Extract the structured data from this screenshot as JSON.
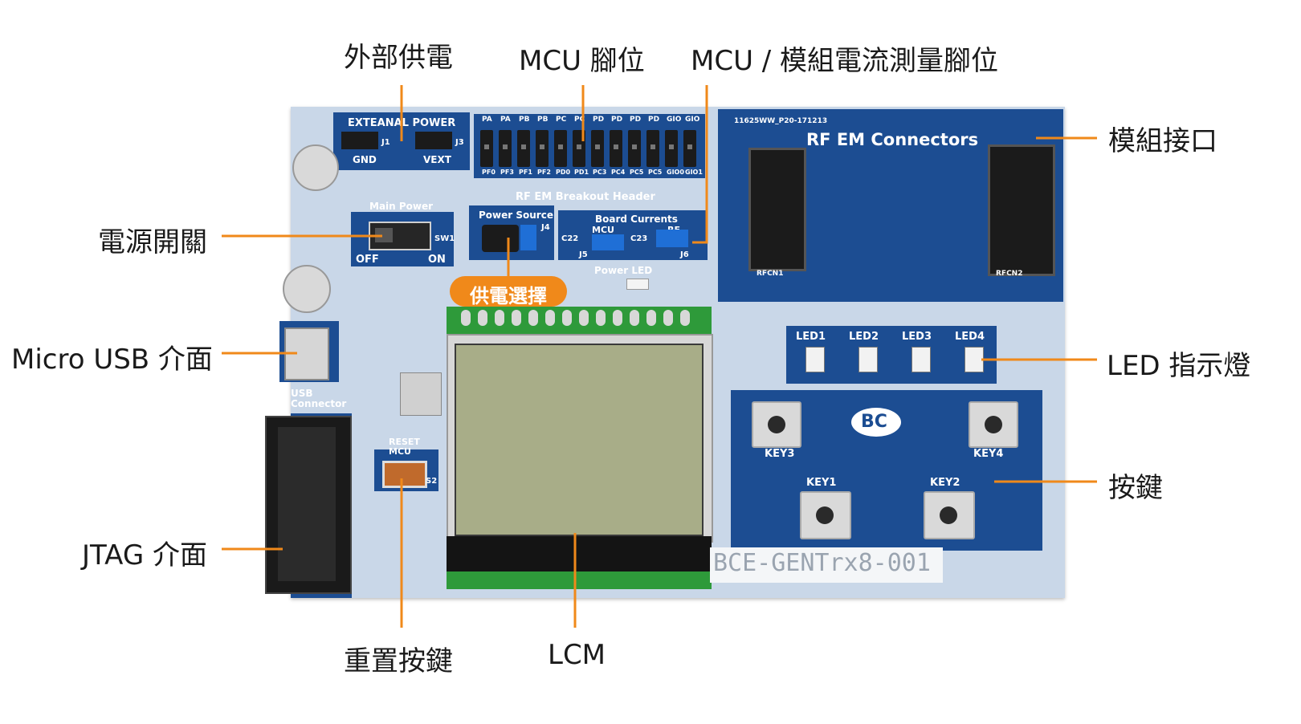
{
  "callouts": {
    "external_power": "外部供電",
    "mcu_pins": "MCU 腳位",
    "current_measure": "MCU / 模組電流測量腳位",
    "module_interface": "模組接口",
    "power_switch": "電源開關",
    "micro_usb": "Micro USB 介面",
    "led_indicator": "LED 指示燈",
    "keys": "按鍵",
    "jtag": "JTAG 介面",
    "reset_key": "重置按鍵",
    "lcm": "LCM",
    "power_select": "供電選擇"
  },
  "board": {
    "ext_power_title": "EXTEANAL POWER",
    "gnd": "GND",
    "vext": "VEXT",
    "j1": "J1",
    "j3": "J3",
    "breakout_header": "RF EM Breakout Header",
    "main_power": "Main Power",
    "off": "OFF",
    "on": "ON",
    "sw1": "SW1",
    "power_source": "Power Source",
    "j4": "J4",
    "board_currents": "Board Currents",
    "mcu": "MCU",
    "rf": "RF",
    "c22": "C22",
    "c23": "C23",
    "j5": "J5",
    "j6": "J6",
    "power_led": "Power LED",
    "rf_em_connectors": "RF EM Connectors",
    "serial": "11625WW_P20-171213",
    "rfcn1": "RFCN1",
    "rfcn2": "RFCN2",
    "usb_connector": "USB Connector",
    "reset_mcu": "RESET MCU",
    "s2": "S2",
    "leds": [
      "LED1",
      "LED2",
      "LED3",
      "LED4"
    ],
    "key1": "KEY1",
    "key2": "KEY2",
    "key3": "KEY3",
    "key4": "KEY4",
    "bc_logo": "BC",
    "model": "BCE-GENTrx8-001",
    "pin_labels_top": [
      "PA",
      "PA",
      "PB",
      "PB",
      "PC",
      "PC",
      "PD",
      "PD",
      "PD",
      "PD",
      "GIO",
      "GIO"
    ],
    "pin_labels_bottom": [
      "PF0",
      "PF3",
      "PF1",
      "PF2",
      "PD0",
      "PD1",
      "PC3",
      "PC4",
      "PC5",
      "PC5",
      "GIO0",
      "GIO1"
    ]
  },
  "colors": {
    "accent_orange": "#f0891a",
    "pcb_blue": "#1c4d92",
    "board_light": "#c9d7e8",
    "lcd_green": "#a8ad88"
  }
}
